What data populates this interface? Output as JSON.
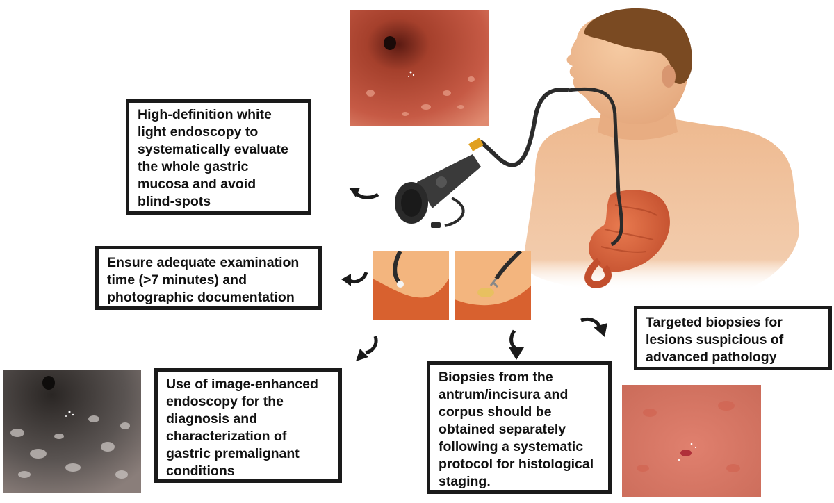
{
  "colors": {
    "box_border": "#1a1a1a",
    "box_text": "#111111",
    "arrow": "#1a1a1a",
    "skin": "#eeb98f",
    "hair": "#7a4a22",
    "stomach": "#d9643e",
    "scope": "#2b2b2b",
    "mucosa_red": "#b94a3a",
    "mucosa_dark": "#4a4642"
  },
  "boxes": {
    "hd_wle": {
      "lines": [
        "High-definition white",
        "light endoscopy to",
        "systematically evaluate",
        "the whole gastric",
        "mucosa and avoid",
        "blind-spots"
      ]
    },
    "exam_time": {
      "lines": [
        "Ensure adequate examination",
        "time (>7 minutes) and",
        "photographic documentation"
      ]
    },
    "iee": {
      "lines": [
        "Use of image-enhanced",
        "endoscopy for the",
        "diagnosis and",
        "characterization of",
        "gastric premalignant",
        "conditions"
      ]
    },
    "biopsy_protocol": {
      "lines": [
        "Biopsies from the",
        "antrum/incisura and",
        "corpus should be",
        "obtained separately",
        "following a systematic",
        "protocol for histological",
        "staging."
      ]
    },
    "targeted_biopsy": {
      "lines": [
        "Targeted biopsies for",
        "lesions suspicious of",
        "advanced pathology"
      ]
    }
  },
  "icons": [
    "endoscope-icon",
    "curved-arrow-icon"
  ]
}
